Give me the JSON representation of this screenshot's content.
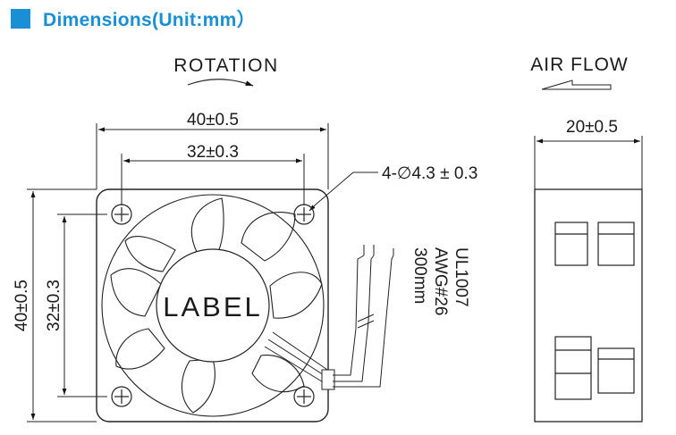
{
  "header": {
    "title": "Dimensions(Unit:mm）",
    "accent_color": "#1a8fd6"
  },
  "front_view": {
    "rotation_label": "ROTATION",
    "outer_width": "40±0.5",
    "hole_spacing_h": "32±0.3",
    "hole_callout": "4-∅4.3 ± 0.3",
    "outer_height": "40±0.5",
    "hole_spacing_v": "32±0.3",
    "center_label": "LABEL",
    "cable_spec": [
      "UL1007",
      "AWG#26",
      "300mm"
    ]
  },
  "side_view": {
    "airflow_label": "AIR FLOW",
    "depth": "20±0.5"
  }
}
